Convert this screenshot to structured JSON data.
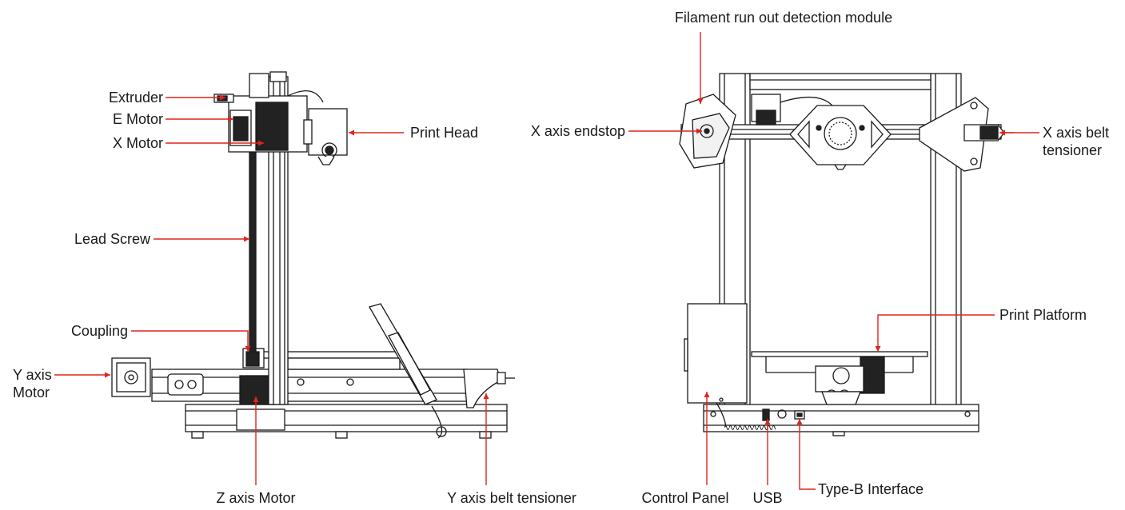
{
  "colors": {
    "leader": "#e0241c",
    "ink": "#1a1a1a",
    "fill_dark": "#222222",
    "fill_light": "#f2f2f2"
  },
  "side_view": {
    "labels": {
      "extruder": "Extruder",
      "e_motor": "E Motor",
      "x_motor": "X Motor",
      "print_head": "Print Head",
      "lead_screw": "Lead Screw",
      "coupling": "Coupling",
      "y_axis_motor_line1": "Y axis",
      "y_axis_motor_line2": "Motor",
      "z_axis_motor": "Z axis Motor",
      "y_axis_belt_tensioner": "Y axis belt tensioner"
    }
  },
  "front_view": {
    "labels": {
      "filament_runout": "Filament run out detection module",
      "x_axis_endstop": "X axis endstop",
      "x_axis_belt_tensioner_line1": "X axis belt",
      "x_axis_belt_tensioner_line2": "tensioner",
      "print_platform": "Print Platform",
      "control_panel": "Control Panel",
      "usb": "USB",
      "type_b_interface": "Type-B Interface"
    }
  }
}
